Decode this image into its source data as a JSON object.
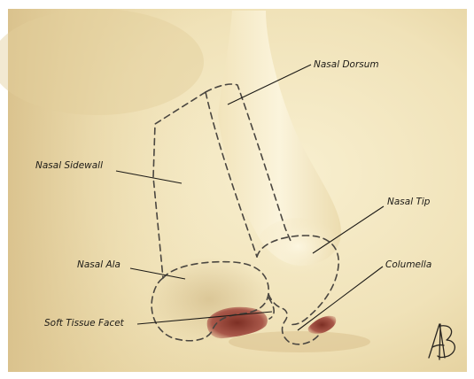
{
  "labels": {
    "nasal_dorsum": "Nasal Dorsum",
    "nasal_sidewall": "Nasal Sidewall",
    "nasal_tip": "Nasal Tip",
    "nasal_ala": "Nasal Ala",
    "columella": "Columella",
    "soft_tissue_facet": "Soft Tissue Facet"
  },
  "colors": {
    "skin_light": "#f6ecc9",
    "skin_mid": "#eddcb0",
    "skin_shadow": "#d8c391",
    "nostril": "#9a4a3a",
    "dashed_outline": "#4a4640"
  },
  "signature_text": "AB"
}
